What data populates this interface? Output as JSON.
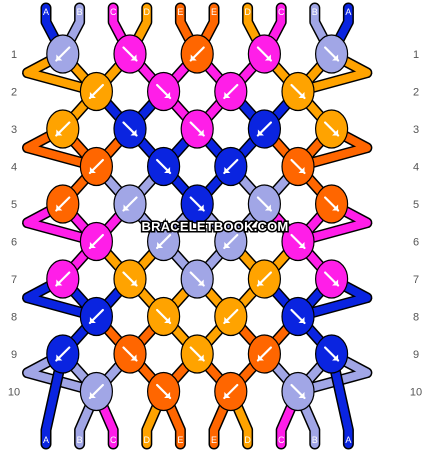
{
  "colors": {
    "A": "#0a24e0",
    "B": "#a1a6e6",
    "C": "#ff1ee8",
    "D": "#ffa300",
    "E": "#ff6600"
  },
  "watermark": "BRACELETBOOK.COM",
  "top_strings": [
    "A",
    "B",
    "C",
    "D",
    "E",
    "E",
    "D",
    "C",
    "B",
    "A"
  ],
  "bottom_strings": [
    "A",
    "B",
    "C",
    "D",
    "E",
    "E",
    "D",
    "C",
    "B",
    "A"
  ],
  "row_labels": [
    "1",
    "2",
    "3",
    "4",
    "5",
    "6",
    "7",
    "8",
    "9",
    "10"
  ],
  "knots": [
    [
      {
        "c": "B",
        "d": "down-left"
      },
      {
        "c": "C",
        "d": "down-right"
      },
      {
        "c": "E",
        "d": "down-left"
      },
      {
        "c": "C",
        "d": "down-right"
      },
      {
        "c": "B",
        "d": "down-right"
      }
    ],
    [
      {
        "c": "D",
        "d": "down-left"
      },
      {
        "c": "C",
        "d": "down-right"
      },
      {
        "c": "C",
        "d": "down-left"
      },
      {
        "c": "D",
        "d": "down-right"
      }
    ],
    [
      {
        "c": "D",
        "d": "down-left"
      },
      {
        "c": "A",
        "d": "down-right"
      },
      {
        "c": "C",
        "d": "down-right"
      },
      {
        "c": "A",
        "d": "down-left"
      },
      {
        "c": "D",
        "d": "down-right"
      }
    ],
    [
      {
        "c": "E",
        "d": "down-left"
      },
      {
        "c": "A",
        "d": "down-right"
      },
      {
        "c": "A",
        "d": "down-left"
      },
      {
        "c": "E",
        "d": "down-right"
      }
    ],
    [
      {
        "c": "E",
        "d": "down-left"
      },
      {
        "c": "B",
        "d": "down-left"
      },
      {
        "c": "A",
        "d": "down-right"
      },
      {
        "c": "B",
        "d": "down-right"
      },
      {
        "c": "E",
        "d": "down-right"
      }
    ],
    [
      {
        "c": "C",
        "d": "down-left"
      },
      {
        "c": "B",
        "d": "down-left"
      },
      {
        "c": "B",
        "d": "down-left"
      },
      {
        "c": "C",
        "d": "down-right"
      }
    ],
    [
      {
        "c": "C",
        "d": "down-left"
      },
      {
        "c": "D",
        "d": "down-right"
      },
      {
        "c": "B",
        "d": "down-right"
      },
      {
        "c": "D",
        "d": "down-left"
      },
      {
        "c": "C",
        "d": "down-right"
      }
    ],
    [
      {
        "c": "A",
        "d": "down-left"
      },
      {
        "c": "D",
        "d": "down-right"
      },
      {
        "c": "D",
        "d": "down-left"
      },
      {
        "c": "A",
        "d": "down-right"
      }
    ],
    [
      {
        "c": "A",
        "d": "down-left"
      },
      {
        "c": "E",
        "d": "down-right"
      },
      {
        "c": "D",
        "d": "down-right"
      },
      {
        "c": "E",
        "d": "down-left"
      },
      {
        "c": "A",
        "d": "down-right"
      }
    ],
    [
      {
        "c": "B",
        "d": "down-left"
      },
      {
        "c": "E",
        "d": "down-right"
      },
      {
        "c": "E",
        "d": "down-left"
      },
      {
        "c": "B",
        "d": "down-right"
      }
    ]
  ]
}
